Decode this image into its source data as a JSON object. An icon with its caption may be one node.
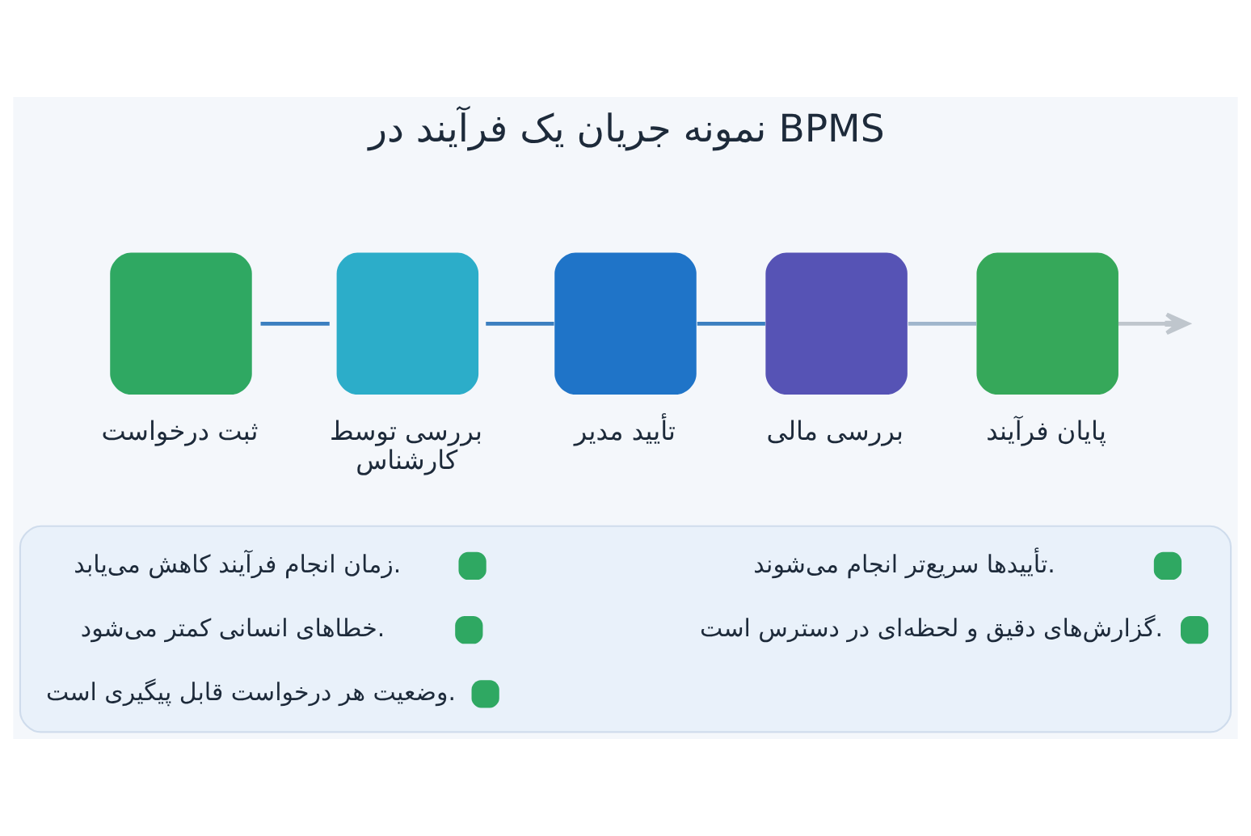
{
  "diagram": {
    "title": "نمونه جریان یک فرآیند در BPMS",
    "nodes": [
      {
        "text": [
          "ثبت درخواست"
        ]
      },
      {
        "text": [
          "بررسی توسط کارشناس"
        ]
      },
      {
        "text": [
          "تأیید مدیر"
        ]
      },
      {
        "text": [
          "بررسی مالی"
        ]
      },
      {
        "text": [
          "پایان فرآیند"
        ]
      },
      {
        "text": [
          "تأییدها سریع‌تر انجام می‌شوند.",
          "زمان انجام فرآیند کاهش می‌یابد.",
          "گزارش‌های دقیق و لحظه‌ای در دسترس است.",
          "خطاهای انسانی کمتر می‌شود.",
          "وضعیت هر درخواست قابل پیگیری است."
        ]
      }
    ],
    "edges": [
      {
        "from": 0,
        "to": 1,
        "arrow": "none"
      },
      {
        "from": 1,
        "to": 2,
        "arrow": "none"
      },
      {
        "from": 2,
        "to": 3,
        "arrow": "none"
      },
      {
        "from": 3,
        "to": 4,
        "arrow": "none",
        "color": "#9fb6cc"
      },
      {
        "from": 4,
        "to": null,
        "arrow": "to",
        "color": "#bfc6cd"
      }
    ]
  }
}
